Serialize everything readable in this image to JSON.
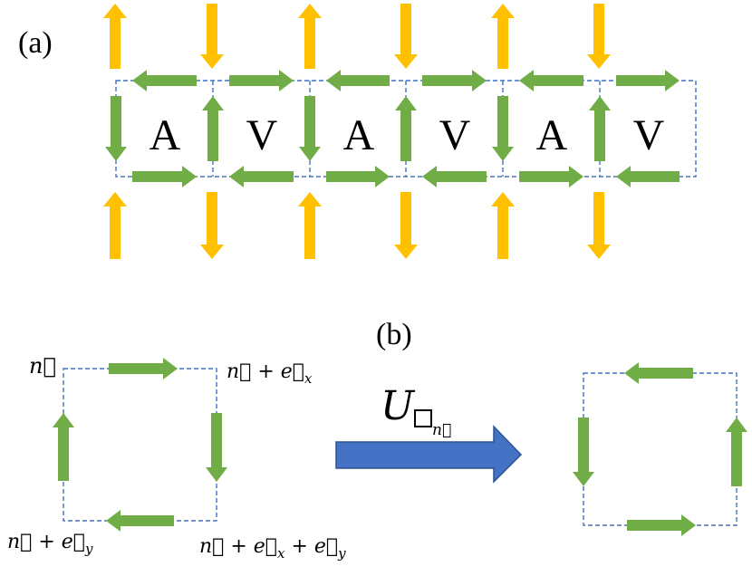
{
  "panel_a": {
    "label": "(a)",
    "plaquettes": [
      "A",
      "V",
      "A",
      "V",
      "A",
      "V"
    ],
    "colors": {
      "link": "#70AD47",
      "spin": "#FFC000",
      "lattice": "#4472C4"
    }
  },
  "panel_b": {
    "label": "(b)",
    "corner_n": "n⃗",
    "corner_n_ex_prefix": "n⃗ + e⃗",
    "corner_n_ex_sub": "x",
    "corner_n_ey_prefix": "n⃗ + e⃗",
    "corner_n_ey_sub": "y",
    "corner_n_ex_ey_prefix": "n⃗ + e⃗",
    "corner_n_ex_ey_sub1": "x",
    "corner_n_ex_ey_mid": " + e⃗",
    "corner_n_ex_ey_sub2": "y",
    "operator": "U",
    "operator_sub_index": "n⃗",
    "colors": {
      "link": "#70AD47",
      "operator_arrow": "#4472C4"
    }
  }
}
